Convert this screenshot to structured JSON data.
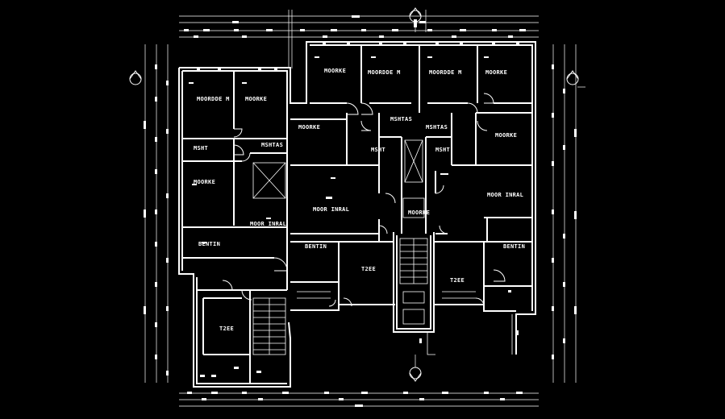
{
  "drawing": {
    "background": "#000000",
    "line_color": "#ffffff"
  },
  "rooms": {
    "r1": "MOORKE",
    "r2": "MOORDDE M",
    "r3": "MOORDDE M",
    "r4": "MOORKE",
    "r5": "MOORDDE M",
    "r6": "MOORKE",
    "r7": "MOORKE",
    "r8": "MSHT",
    "r9": "MSHTAS",
    "r10": "MSHT",
    "r11": "MSHTAS",
    "r12": "MSHTAS",
    "r13": "MOORKE",
    "r14": "MOORKE",
    "r15": "MOORKE",
    "r16": "MOOR INRAL",
    "r17": "MOOR INRAL",
    "r18": "MOOR INRAL",
    "r19": "BENTIN",
    "r20": "BENTIN",
    "r21": "BENTIN",
    "r22": "T2EE",
    "r23": "T2EE",
    "r24": "T2EE",
    "r25": "MSHT"
  },
  "symbols": {
    "section_marker": "section-marker-icon",
    "door": "door-swing-icon"
  }
}
